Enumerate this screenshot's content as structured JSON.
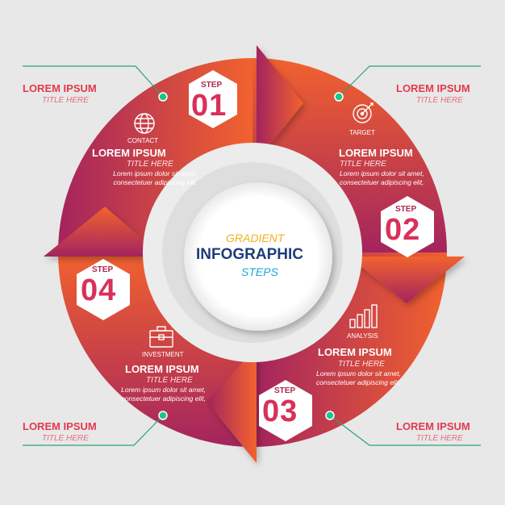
{
  "center": {
    "line1": "GRADIENT",
    "line2": "INFOGRAPHIC",
    "line3": "STEPS"
  },
  "steps": [
    {
      "step_label": "STEP",
      "number": "01",
      "icon": "globe-icon",
      "icon_label": "CONTACT",
      "title": "LOREM IPSUM",
      "subtitle": "TITLE HERE",
      "body_line1": "Lorem ipsum dolor sit amet,",
      "body_line2": "consectetuer adipiscing elit,"
    },
    {
      "step_label": "STEP",
      "number": "02",
      "icon": "target-icon",
      "icon_label": "TARGET",
      "title": "LOREM IPSUM",
      "subtitle": "TITLE HERE",
      "body_line1": "Lorem ipsum dolor sit amet,",
      "body_line2": "consectetuer adipiscing elit,"
    },
    {
      "step_label": "STEP",
      "number": "03",
      "icon": "bar-chart-icon",
      "icon_label": "ANALYSIS",
      "title": "LOREM IPSUM",
      "subtitle": "TITLE HERE",
      "body_line1": "Lorem ipsum dolor sit amet,",
      "body_line2": "consectetuer adipiscing elit,"
    },
    {
      "step_label": "STEP",
      "number": "04",
      "icon": "briefcase-icon",
      "icon_label": "INVESTMENT",
      "title": "LOREM IPSUM",
      "subtitle": "TITLE HERE",
      "body_line1": "Lorem ipsum dolor sit amet,",
      "body_line2": "consectetuer adipiscing elit,"
    }
  ],
  "callouts": [
    {
      "title": "LOREM IPSUM",
      "subtitle": "TITLE HERE"
    },
    {
      "title": "LOREM IPSUM",
      "subtitle": "TITLE HERE"
    },
    {
      "title": "LOREM IPSUM",
      "subtitle": "TITLE HERE"
    },
    {
      "title": "LOREM IPSUM",
      "subtitle": "TITLE HERE"
    }
  ],
  "colors": {
    "orange": "#f2622e",
    "magenta": "#a3245e",
    "line": "#2aa17a",
    "dot": "#1ec48a",
    "title": "#e23a4e"
  }
}
